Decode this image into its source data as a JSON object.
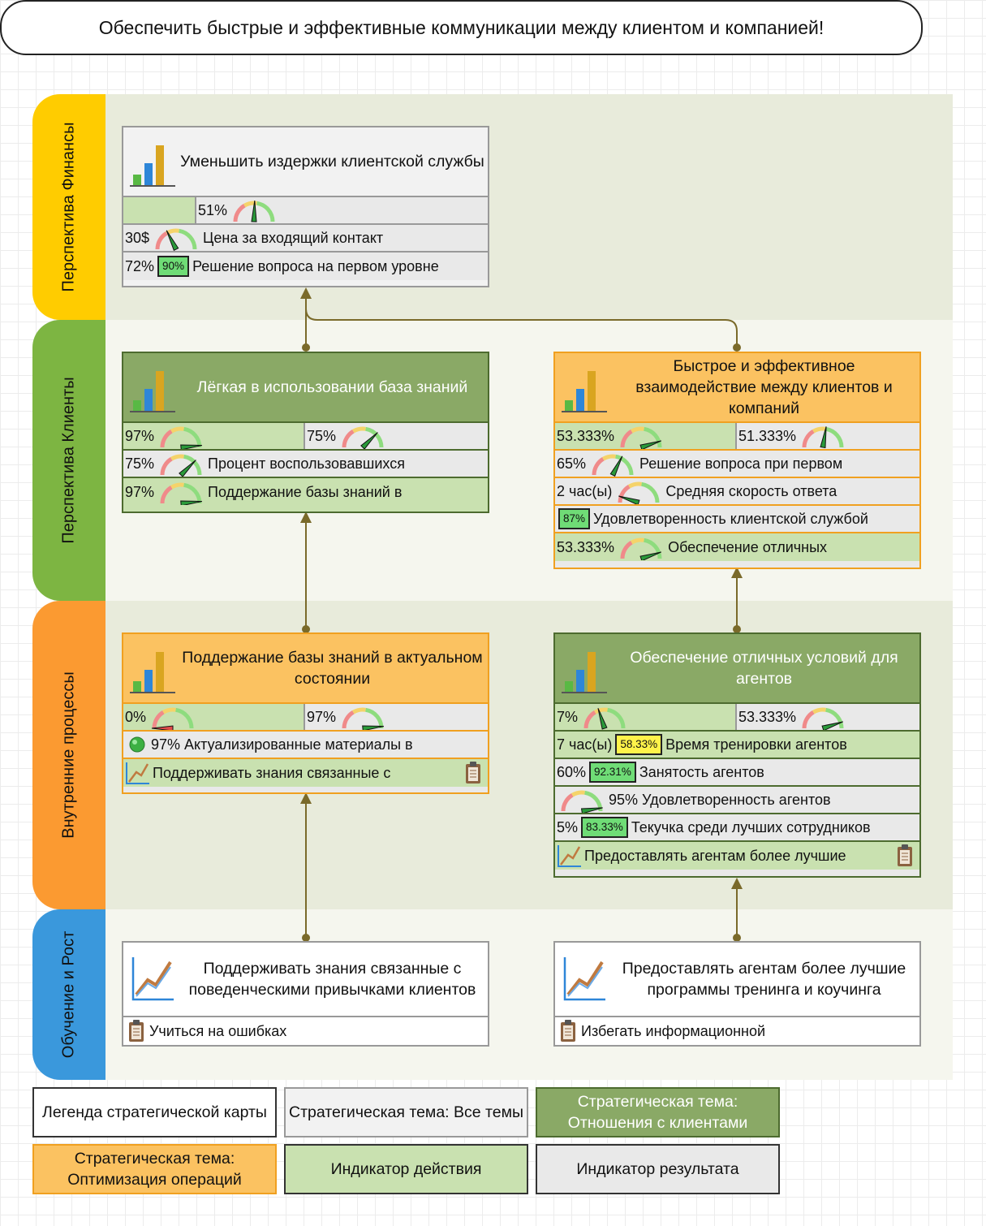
{
  "mission": "Обеспечить быстрые и эффективные коммуникации между клиентом и компанией!",
  "lanes": {
    "finance": "Перспектива Финансы",
    "customers": "Перспектива Клиенты",
    "processes": "Внутренние процессы",
    "learning": "Обучение и Рост"
  },
  "colors": {
    "finance": "#ffcc00",
    "customers": "#7db542",
    "processes": "#fb9a31",
    "learning": "#3a98dc",
    "action": "#c9e1b0",
    "result": "#e9e9e9",
    "theme_ops": "#fbc261",
    "theme_clients": "#8aa966"
  },
  "cards": {
    "finance_card": {
      "title": "Уменьшить издержки клиентской службы",
      "summary": "51%",
      "rows": [
        {
          "value": "30$",
          "label": "Цена за входящий контакт"
        },
        {
          "value": "72%",
          "badge": "90%",
          "label": "Решение вопроса на первом уровне"
        }
      ]
    },
    "kb_card": {
      "title": "Лёгкая в использовании база знаний",
      "summary_left": "97%",
      "summary_right": "75%",
      "rows": [
        {
          "value": "75%",
          "label": "Процент воспользовавшихся"
        },
        {
          "value": "97%",
          "label": "Поддержание базы знаний в"
        }
      ]
    },
    "fast_card": {
      "title": "Быстрое и эффективное взаимодействие между клиентов и компаний",
      "summary_left": "53.333%",
      "summary_right": "51.333%",
      "rows": [
        {
          "value": "65%",
          "label": "Решение вопроса при первом"
        },
        {
          "value": "2 час(ы)",
          "label": "Средняя скорость ответа"
        },
        {
          "badge": "87%",
          "label": "Удовлетворенность клиентской службой"
        },
        {
          "value": "53.333%",
          "label": "Обеспечение отличных"
        }
      ]
    },
    "maintain_card": {
      "title": "Поддержание базы знаний в актуальном состоянии",
      "summary_left": "0%",
      "summary_right": "97%",
      "rows": [
        {
          "value": "97%",
          "label": "Актуализированные материалы в"
        },
        {
          "label": "Поддерживать знания связанные с"
        }
      ]
    },
    "agents_card": {
      "title": "Обеспечение отличных условий для агентов",
      "summary_left": "7%",
      "summary_right": "53.333%",
      "rows": [
        {
          "value": "7 час(ы)",
          "badge": "58.33%",
          "label": "Время тренировки агентов"
        },
        {
          "value": "60%",
          "badge": "92.31%",
          "label": "Занятость агентов"
        },
        {
          "value": "95%",
          "label": "Удовлетворенность агентов"
        },
        {
          "value": "5%",
          "badge": "83.33%",
          "label": "Текучка среди лучших сотрудников"
        },
        {
          "label": "Предоставлять агентам более лучшие"
        }
      ]
    },
    "learn_left": {
      "title": "Поддерживать знания связанные с поведенческими привычками клиентов",
      "rows": [
        {
          "label": "Учиться на ошибках"
        }
      ]
    },
    "learn_right": {
      "title": "Предоставлять агентам более лучшие программы тренинга и коучинга",
      "rows": [
        {
          "label": "Избегать информационной"
        }
      ]
    }
  },
  "gauge_levels": {
    "finance_summary": 0.51,
    "finance_price": 0.35,
    "kb_left": 0.97,
    "kb_right": 0.75,
    "kb_row1": 0.75,
    "kb_row2": 0.97,
    "fast_left": 0.9,
    "fast_right": 0.55,
    "fast_row1": 0.65,
    "fast_row2": 0.1,
    "fast_row4": 0.9,
    "maintain_left": 0.0,
    "maintain_right": 0.97,
    "agents_left": 0.4,
    "agents_right": 0.9,
    "agents_row3": 0.95
  },
  "legend": {
    "title": "Легенда стратегической карты",
    "all_themes": "Стратегическая тема: Все темы",
    "clients_theme": "Стратегическая тема: Отношения с клиентами",
    "ops_theme": "Стратегическая тема: Оптимизация операций",
    "action": "Индикатор действия",
    "result": "Индикатор результата"
  }
}
